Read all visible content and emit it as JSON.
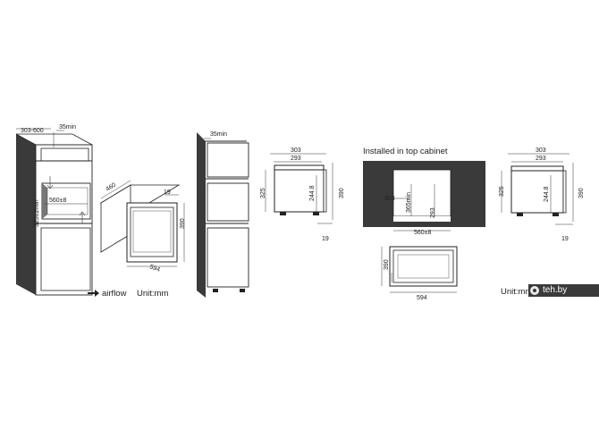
{
  "view1": {
    "dims": {
      "width_range": "303-600",
      "gap": "35min",
      "height_range": "325±2min",
      "opening": "560±8"
    },
    "legend": {
      "airflow": "airflow",
      "unit": "Unit:mm"
    }
  },
  "view2": {
    "dims": {
      "depth": "460",
      "front": "19",
      "height": "390",
      "width": "594"
    }
  },
  "view3": {
    "dims": {
      "gap": "35min"
    }
  },
  "view4": {
    "dims": {
      "top_outer": "303",
      "top_inner": "293",
      "left_h": "325",
      "inner_h": "244.8",
      "right_h": "390",
      "bottom": "19"
    }
  },
  "view5": {
    "title": "Installed in top cabinet",
    "dims": {
      "left": "303",
      "inner": "365min",
      "right": "293",
      "bottom": "560±8"
    }
  },
  "view6": {
    "dims": {
      "height": "390",
      "width": "594"
    }
  },
  "view7": {
    "dims": {
      "top_outer": "303",
      "top_inner": "293",
      "left_h": "325",
      "inner_h": "244.8",
      "right_h": "390",
      "bottom": "19"
    },
    "unit": "Unit:mm"
  },
  "watermark": "teh.by"
}
